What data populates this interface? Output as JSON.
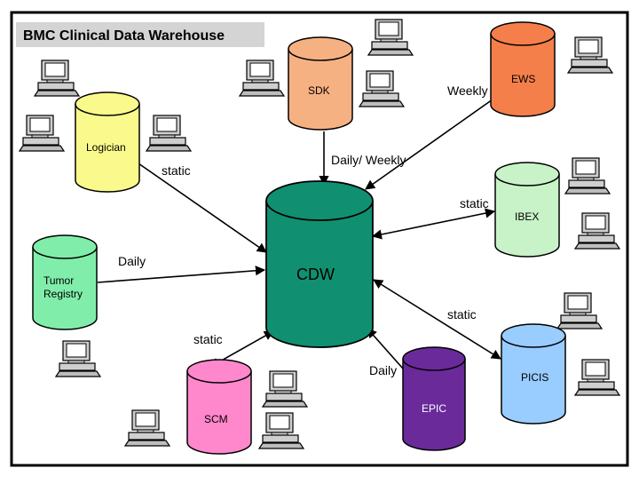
{
  "title": "BMC Clinical Data Warehouse",
  "colors": {
    "frame": "#000000",
    "title_bg": "#d4d4d4",
    "sdk": "#f6b183",
    "ews": "#f47f4a",
    "logician": "#fafa8c",
    "ibex": "#c8f2c8",
    "cdw": "#109070",
    "tumor": "#80eeaa",
    "picis": "#99ccff",
    "scm": "#ff88cc",
    "epic": "#6a2a9a",
    "arrow": "#000000"
  },
  "databases": {
    "cdw": "CDW",
    "sdk": "SDK",
    "ews": "EWS",
    "logician": "Logician",
    "ibex": "IBEX",
    "tumor": [
      "Tumor",
      "Registry"
    ],
    "picis": "PICIS",
    "scm": "SCM",
    "epic": "EPIC"
  },
  "arrow_labels": {
    "weekly": "Weekly",
    "daily_weekly": "Daily/ Weekly",
    "static_logician": "static",
    "static_ibex": "static",
    "daily_tumor": "Daily",
    "static_picis": "static",
    "static_scm": "static",
    "daily_epic": "Daily"
  },
  "workstation_icon": "computer-workstation-icon"
}
